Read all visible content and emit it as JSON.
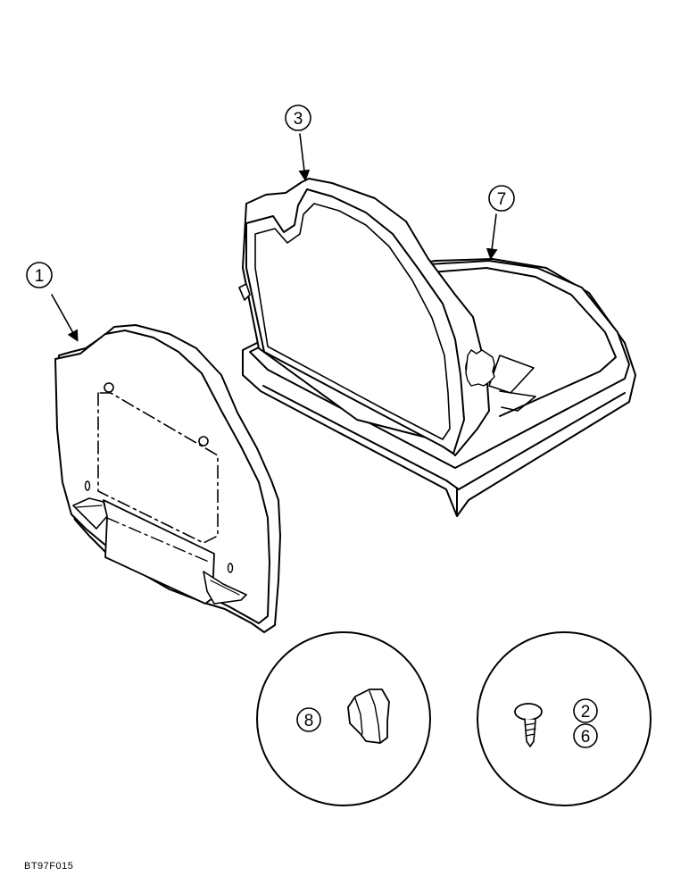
{
  "callouts": {
    "back_cover": "1",
    "seat_back": "3",
    "seat_cushion": "7",
    "clip": "8",
    "screw_a": "2",
    "screw_b": "6"
  },
  "reference_code": "BT97F015"
}
